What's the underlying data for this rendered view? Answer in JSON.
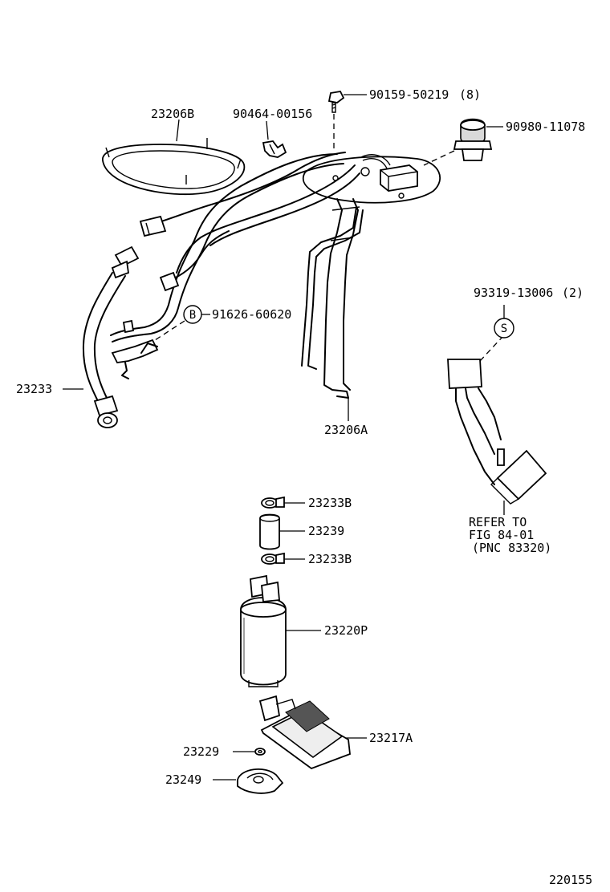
{
  "diagram_id": "220155",
  "parts": {
    "gasket": "23206B",
    "clamp": "90464-00156",
    "bolt": "90159-50219",
    "bolt_qty": "(8)",
    "grommet": "90980-11078",
    "bracket_bolt": "91626-60620",
    "bracket_bolt_badge": "B",
    "fuel_hose": "23233",
    "suction_plate": "23206A",
    "sender_screw": "93319-13006",
    "sender_screw_qty": "(2)",
    "sender_screw_badge": "S",
    "refer_line1": "REFER TO",
    "refer_line2": "FIG 84-01",
    "refer_line3": "(PNC 83320)",
    "hose_clamp_upper": "23233B",
    "pump_hose": "23239",
    "hose_clamp_lower": "23233B",
    "fuel_pump": "23220P",
    "filter": "23217A",
    "filter_ring": "23229",
    "cushion": "23249"
  }
}
